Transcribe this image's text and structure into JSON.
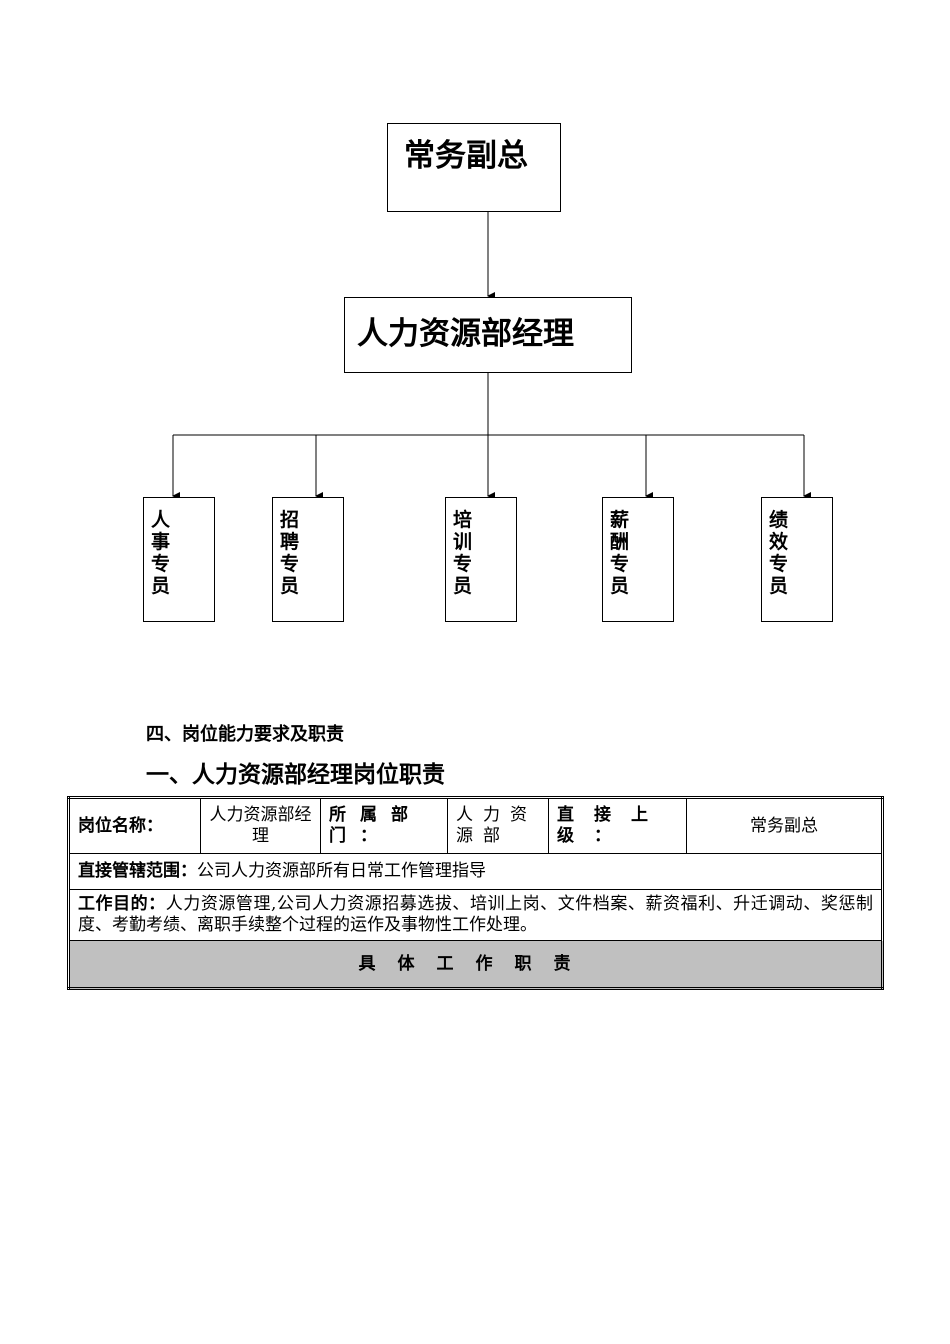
{
  "org_chart": {
    "top": "常务副总",
    "manager": "人力资源部经理",
    "specialists": [
      "人事专员",
      "招聘专员",
      "培训专员",
      "薪酬专员",
      "绩效专员"
    ]
  },
  "section_heading": "四、岗位能力要求及职责",
  "position_title": "一、人力资源部经理岗位职责",
  "table": {
    "position_name_label": "岗位名称：",
    "position_name_value": "人力资源部经理",
    "department_label": "所属部门：",
    "department_value": "人力资源部",
    "superior_label": "直接上级：",
    "superior_value": "常务副总",
    "scope_label": "直接管辖范围：",
    "scope_value": "公司人力资源部所有日常工作管理指导",
    "purpose_label": "工作目的：",
    "purpose_value": "人力资源管理,公司人力资源招募选拔、培训上岗、文件档案、薪资福利、升迁调动、奖惩制度、考勤考绩、离职手续整个过程的运作及事物性工作处理。",
    "duties_header": "具体工作职责"
  }
}
